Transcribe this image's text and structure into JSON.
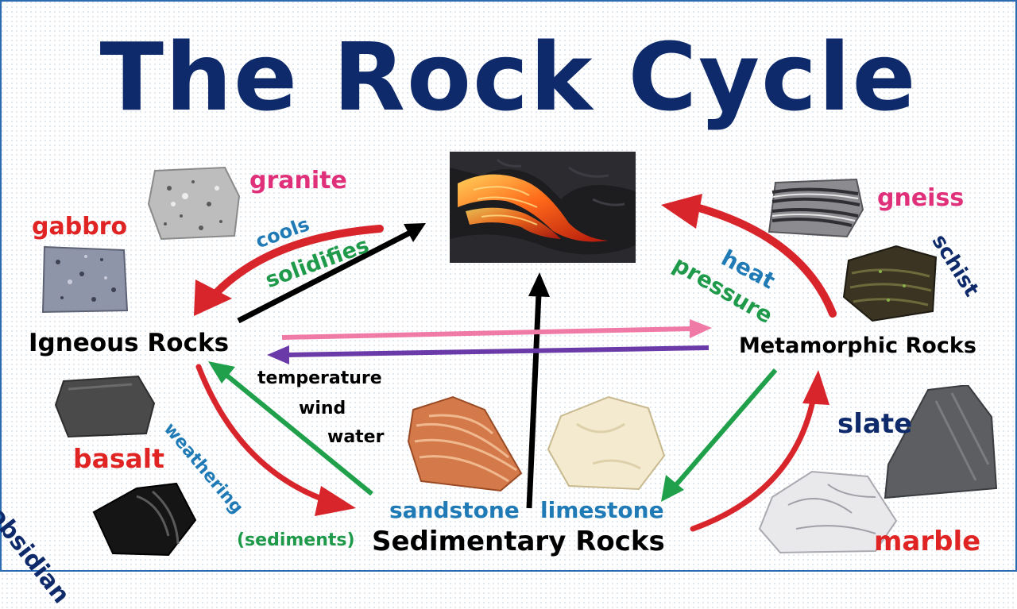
{
  "title": "The Rock Cycle",
  "colors": {
    "title": "#0f2a6b",
    "pink_label": "#e0307a",
    "red_label": "#e02424",
    "navy_label": "#0f2a6b",
    "blue_label": "#1f7ab5",
    "green_label": "#1f9a4a",
    "red_arrow": "#d8252b",
    "green_arrow": "#20a04a",
    "pink_arrow": "#f07aa6",
    "purple_arrow": "#6a3aa8",
    "black_arrow": "#000000"
  },
  "rock_types": {
    "igneous": "Igneous Rocks",
    "metamorphic": "Metamorphic Rocks",
    "sedimentary": "Sedimentary Rocks"
  },
  "examples": {
    "granite": "granite",
    "gabbro": "gabbro",
    "basalt": "basalt",
    "obsidian": "obsidian",
    "gneiss": "gneiss",
    "schist": "schist",
    "slate": "slate",
    "marble": "marble",
    "sandstone": "sandstone",
    "limestone": "limestone"
  },
  "processes": {
    "cools": "cools",
    "solidifies": "solidifies",
    "heat": "heat",
    "pressure": "pressure",
    "temperature": "temperature",
    "wind": "wind",
    "water": "water",
    "weathering": "weathering",
    "sediments": "(sediments)"
  },
  "icons": [
    "magma-lava-image",
    "granite-rock",
    "gabbro-rock",
    "basalt-rock",
    "obsidian-rock",
    "gneiss-rock",
    "schist-rock",
    "slate-rock",
    "marble-rock",
    "sandstone-rock",
    "limestone-rock"
  ]
}
